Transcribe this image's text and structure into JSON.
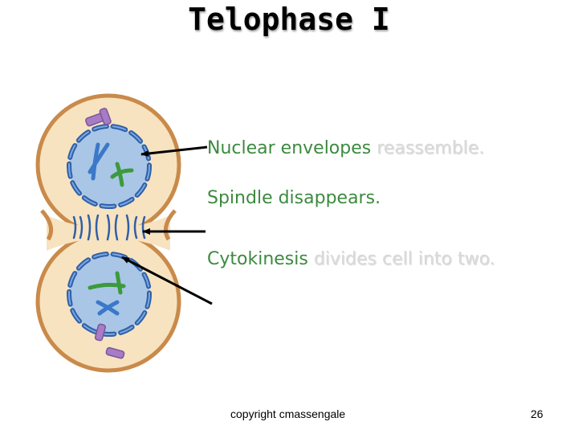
{
  "slide": {
    "title": "Telophase I",
    "bullets": [
      {
        "main": "Nuclear envelopes",
        "faded": "reassemble."
      },
      {
        "main": "Spindle disappears.",
        "faded": ""
      },
      {
        "main": "Cytokinesis",
        "faded": "divides cell into two."
      }
    ],
    "copyright": "copyright cmassengale",
    "page_number": "26"
  },
  "colors": {
    "cytoplasm": "#f7e3c0",
    "cell_membrane": "#c98a4a",
    "nucleus": "#a9c6e6",
    "nuclear_envelope": "#2f5fa8",
    "chromosome_blue": "#3b78c9",
    "chromosome_green": "#3c9a3c",
    "centriole": "#a77cc4",
    "text_green": "#3c8a3f",
    "text_faded": "#d9d9d9"
  }
}
